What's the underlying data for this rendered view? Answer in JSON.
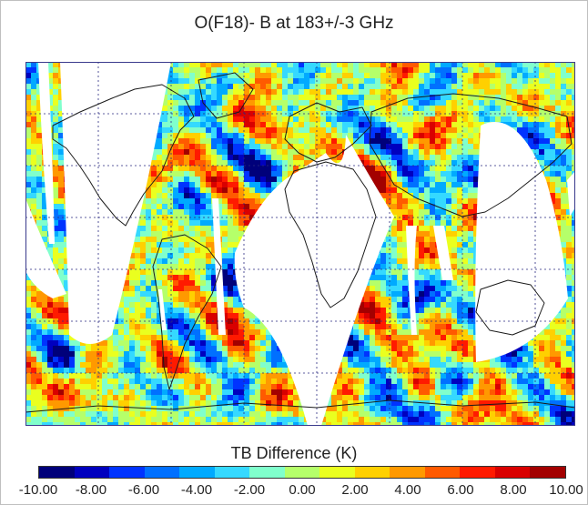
{
  "title": "O(F18)- B at 183+/-3 GHz",
  "colorbar": {
    "label": "TB Difference (K)",
    "ticks": [
      "-10.00",
      "-8.00",
      "-6.00",
      "-4.00",
      "-2.00",
      "0.00",
      "2.00",
      "4.00",
      "6.00",
      "8.00",
      "10.00"
    ],
    "range": [
      -10,
      10
    ],
    "colors": [
      "#00007a",
      "#0000bf",
      "#0033ff",
      "#0070ff",
      "#00aaff",
      "#35d9ff",
      "#80ffcc",
      "#b5ff6a",
      "#eaff1f",
      "#ffd000",
      "#ff9900",
      "#ff5a00",
      "#ff1a00",
      "#d90000",
      "#a30000"
    ]
  },
  "map": {
    "projection": "cylindrical",
    "grid": "dotted",
    "background": "#ffffff",
    "coastline_color": "#1a1a1a"
  }
}
